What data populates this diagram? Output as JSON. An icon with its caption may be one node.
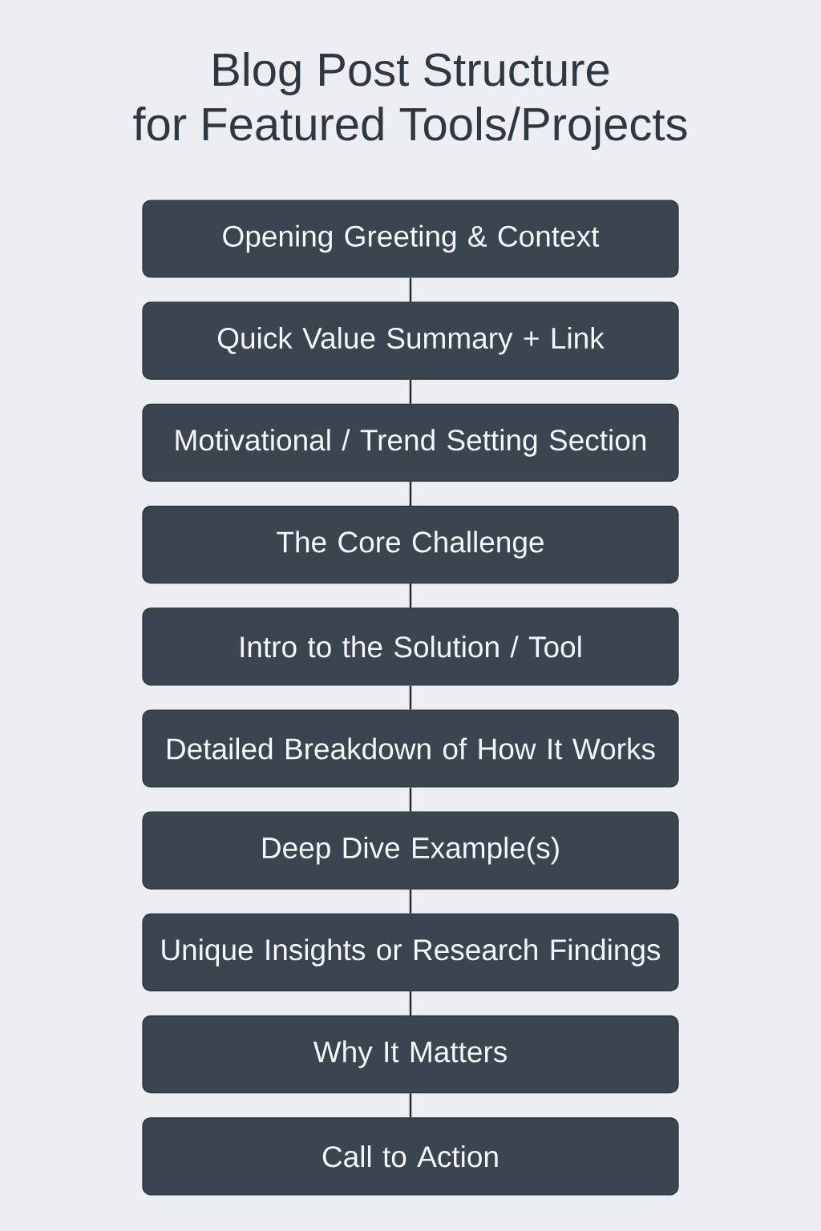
{
  "diagram": {
    "title": "Blog Post Structure for Featured Tools/Projects",
    "nodes": [
      {
        "text": [
          "Opening Greeting & Context"
        ]
      },
      {
        "text": [
          "Quick Value Summary + Link"
        ]
      },
      {
        "text": [
          "Motivational / Trend Setting Section"
        ]
      },
      {
        "text": [
          "The Core Challenge"
        ]
      },
      {
        "text": [
          "Intro to the Solution / Tool"
        ]
      },
      {
        "text": [
          "Detailed Breakdown of How It Works"
        ]
      },
      {
        "text": [
          "Deep Dive Example(s)"
        ]
      },
      {
        "text": [
          "Unique Insights or Research Findings"
        ]
      },
      {
        "text": [
          "Why It Matters"
        ]
      },
      {
        "text": [
          "Call to Action"
        ]
      }
    ],
    "edges": [
      {
        "from": 0,
        "to": 1,
        "arrow": "none"
      },
      {
        "from": 1,
        "to": 2,
        "arrow": "none"
      },
      {
        "from": 2,
        "to": 3,
        "arrow": "none"
      },
      {
        "from": 3,
        "to": 4,
        "arrow": "none"
      },
      {
        "from": 4,
        "to": 5,
        "arrow": "none"
      },
      {
        "from": 5,
        "to": 6,
        "arrow": "none"
      },
      {
        "from": 6,
        "to": 7,
        "arrow": "none"
      },
      {
        "from": 7,
        "to": 8,
        "arrow": "none"
      },
      {
        "from": 8,
        "to": 9,
        "arrow": "none"
      }
    ]
  }
}
